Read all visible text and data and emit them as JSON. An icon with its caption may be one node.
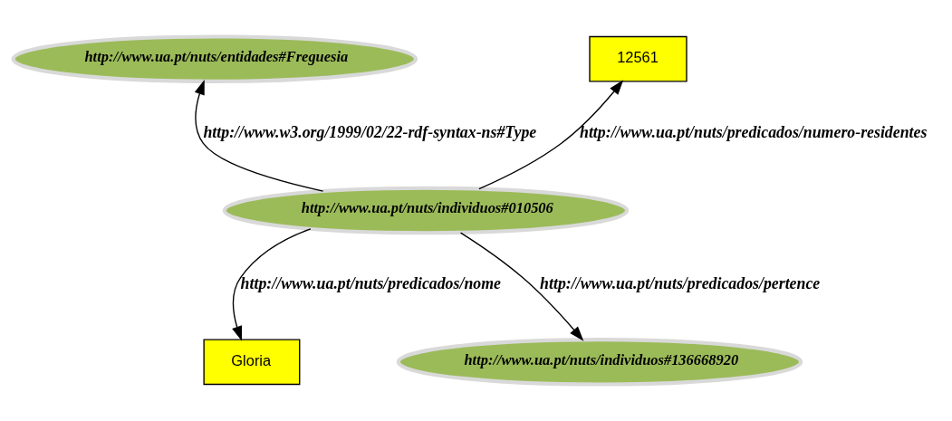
{
  "diagram": {
    "nodes": [
      {
        "text": [
          "http://www.ua.pt/nuts/entidades#Freguesia"
        ]
      },
      {
        "text": [
          "12561"
        ]
      },
      {
        "text": [
          "http://www.ua.pt/nuts/individuos#010506"
        ]
      },
      {
        "text": [
          "Gloria"
        ]
      },
      {
        "text": [
          "http://www.ua.pt/nuts/individuos#136668920"
        ]
      }
    ],
    "edges": [
      {
        "from": 2,
        "to": 1,
        "arrow": "to",
        "label": "http://www.ua.pt/nuts/predicados/numero-residentes"
      },
      {
        "from": 2,
        "to": 0,
        "arrow": "to",
        "label": "http://www.w3.org/1999/02/22-rdf-syntax-ns#Type"
      },
      {
        "from": 2,
        "to": 3,
        "arrow": "to",
        "label": "http://www.ua.pt/nuts/predicados/nome"
      },
      {
        "from": 2,
        "to": 4,
        "arrow": "to",
        "label": "http://www.ua.pt/nuts/predicados/pertence"
      }
    ]
  }
}
